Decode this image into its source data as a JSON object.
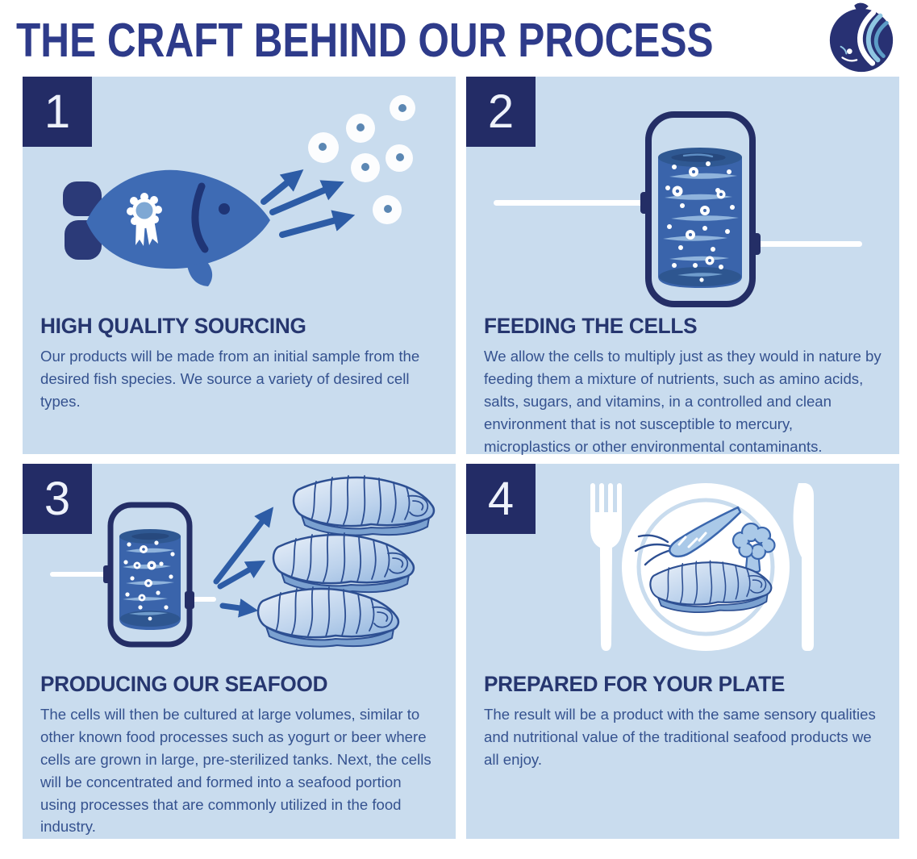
{
  "title": "THE CRAFT BEHIND OUR PROCESS",
  "logo": {
    "icon": "fish-wave-logo"
  },
  "colors": {
    "page_bg": "#ffffff",
    "panel_bg": "#c9dcee",
    "badge_navy": "#232c66",
    "title_navy": "#2e3b8a",
    "heading_navy": "#26366f",
    "body_blue": "#35528f",
    "illustration_blue": "#3e6bb4",
    "dark_detail_navy": "#1f3576",
    "arrow_blue": "#2d5ca6"
  },
  "panels": [
    {
      "number": "1",
      "heading": "HIGH QUALITY SOURCING",
      "body": "Our products will be made from an initial sample from the desired fish species. We source a variety of desired cell types.",
      "illustration": "award-fish-releasing-cells"
    },
    {
      "number": "2",
      "heading": "FEEDING THE CELLS",
      "body": "We allow the cells to multiply just as they would in nature by feeding them a mixture of nutrients, such as amino acids, salts, sugars, and vitamins, in a controlled and clean environment that is not susceptible to mercury, microplastics or other environmental contaminants.",
      "illustration": "bioreactor-tank"
    },
    {
      "number": "3",
      "heading": "PRODUCING OUR SEAFOOD",
      "body": "The cells will then be cultured at large volumes, similar to other known food processes such as yogurt or beer where cells are grown in large, pre-sterilized tanks. Next, the cells will be concentrated and formed into a seafood portion using processes that are commonly utilized in the food industry.",
      "illustration": "bioreactor-producing-fillets"
    },
    {
      "number": "4",
      "heading": "PREPARED FOR YOUR PLATE",
      "body": "The result will be a product with the same sensory qualities and nutritional value of the traditional seafood products we all enjoy.",
      "illustration": "plated-seafood-meal"
    }
  ]
}
